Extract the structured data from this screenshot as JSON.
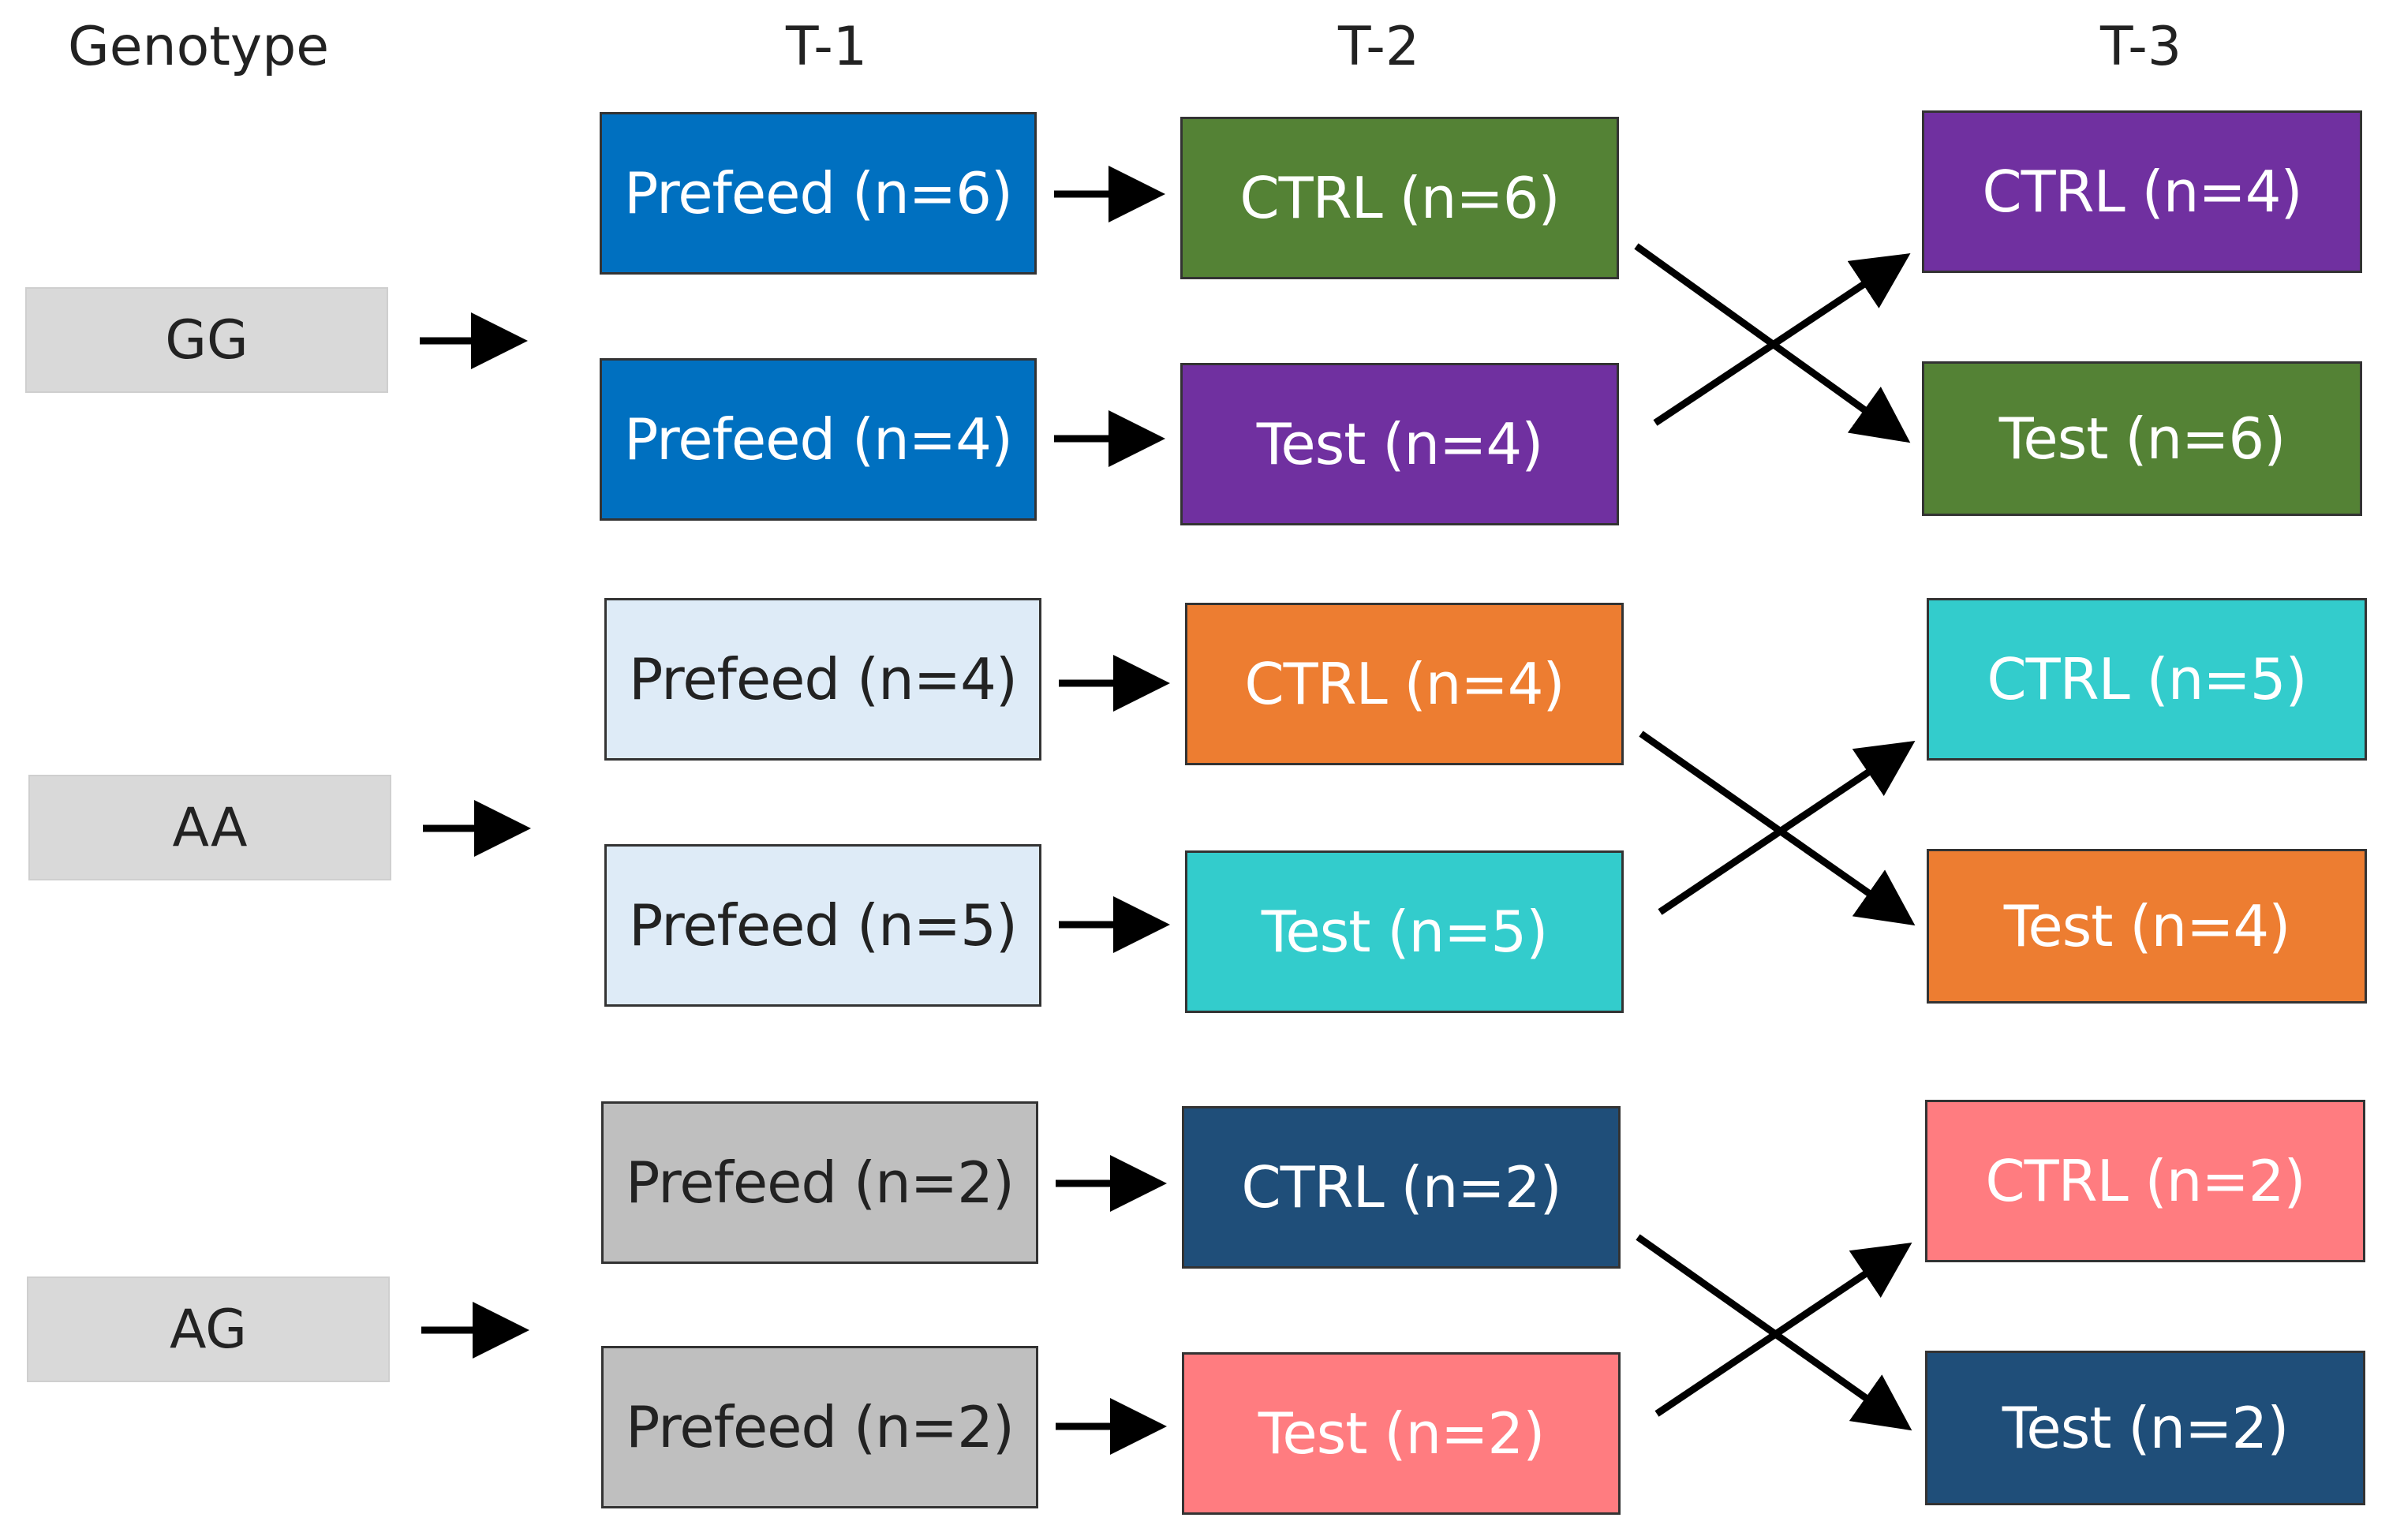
{
  "headers": {
    "genotype": "Genotype",
    "t1": "T-1",
    "t2": "T-2",
    "t3": "T-3"
  },
  "groups": [
    {
      "genotype": "GG",
      "t1": [
        {
          "label": "Prefeed (n=6)",
          "color": "#0070c0"
        },
        {
          "label": "Prefeed (n=4)",
          "color": "#0070c0"
        }
      ],
      "t2": [
        {
          "label": "CTRL (n=6)",
          "color": "#548235"
        },
        {
          "label": "Test (n=4)",
          "color": "#7030a0"
        }
      ],
      "t3": [
        {
          "label": "CTRL (n=4)",
          "color": "#7030a0"
        },
        {
          "label": "Test (n=6)",
          "color": "#548235"
        }
      ]
    },
    {
      "genotype": "AA",
      "t1": [
        {
          "label": "Prefeed (n=4)",
          "color": "#deebf7"
        },
        {
          "label": "Prefeed (n=5)",
          "color": "#deebf7"
        }
      ],
      "t2": [
        {
          "label": "CTRL (n=4)",
          "color": "#ed7d31"
        },
        {
          "label": "Test (n=5)",
          "color": "#33cccc"
        }
      ],
      "t3": [
        {
          "label": "CTRL (n=5)",
          "color": "#33cccc"
        },
        {
          "label": "Test (n=4)",
          "color": "#ed7d31"
        }
      ]
    },
    {
      "genotype": "AG",
      "t1": [
        {
          "label": "Prefeed (n=2)",
          "color": "#bfbfbf"
        },
        {
          "label": "Prefeed (n=2)",
          "color": "#bfbfbf"
        }
      ],
      "t2": [
        {
          "label": "CTRL (n=2)",
          "color": "#1f4e79"
        },
        {
          "label": "Test (n=2)",
          "color": "#ff7c80"
        }
      ],
      "t3": [
        {
          "label": "CTRL (n=2)",
          "color": "#ff7c80"
        },
        {
          "label": "Test (n=2)",
          "color": "#1f4e79"
        }
      ]
    }
  ]
}
